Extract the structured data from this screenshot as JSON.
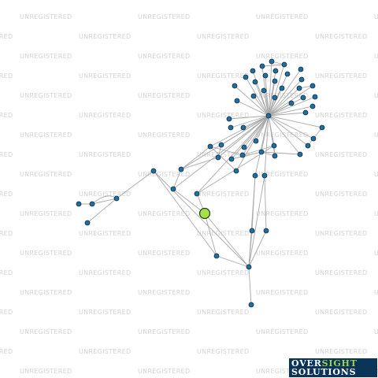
{
  "watermark": {
    "text": "UNREGISTERED"
  },
  "graph": {
    "highlight_node": "n-main",
    "colors": {
      "node": "#1f6fa0",
      "highlight": "#a6e04d",
      "edge": "#a8a8a8"
    },
    "nodes": [
      {
        "id": "n-main"
      },
      {
        "id": "n-hub"
      },
      {
        "id": "n-a1"
      },
      {
        "id": "n-a2"
      },
      {
        "id": "n-a3"
      },
      {
        "id": "n-a4"
      },
      {
        "id": "n-a5"
      },
      {
        "id": "n-a6"
      },
      {
        "id": "n-a7"
      },
      {
        "id": "n-a8"
      },
      {
        "id": "n-a9"
      },
      {
        "id": "n-a10"
      },
      {
        "id": "n-a11"
      },
      {
        "id": "n-a12"
      },
      {
        "id": "n-a13"
      },
      {
        "id": "n-a14"
      },
      {
        "id": "n-a15"
      },
      {
        "id": "n-a16"
      },
      {
        "id": "n-a17"
      },
      {
        "id": "n-a18"
      },
      {
        "id": "n-a19"
      },
      {
        "id": "n-a20"
      },
      {
        "id": "n-a21"
      },
      {
        "id": "n-a22"
      },
      {
        "id": "n-b1"
      },
      {
        "id": "n-b2"
      },
      {
        "id": "n-b3"
      },
      {
        "id": "n-b4"
      },
      {
        "id": "n-b5"
      },
      {
        "id": "n-b6"
      },
      {
        "id": "n-b7"
      },
      {
        "id": "n-b8"
      },
      {
        "id": "n-b9"
      },
      {
        "id": "n-b10"
      },
      {
        "id": "n-b11"
      },
      {
        "id": "n-b12"
      },
      {
        "id": "n-b13"
      },
      {
        "id": "n-b14"
      },
      {
        "id": "n-b15"
      },
      {
        "id": "n-b16"
      },
      {
        "id": "n-b17"
      },
      {
        "id": "n-b18"
      },
      {
        "id": "n-c1"
      },
      {
        "id": "n-c2"
      },
      {
        "id": "n-c3"
      },
      {
        "id": "n-c4"
      },
      {
        "id": "n-c5"
      },
      {
        "id": "n-c6"
      },
      {
        "id": "n-c7"
      },
      {
        "id": "n-c8"
      },
      {
        "id": "n-d1"
      },
      {
        "id": "n-d2"
      },
      {
        "id": "n-d3"
      },
      {
        "id": "n-d4"
      },
      {
        "id": "n-d5"
      },
      {
        "id": "n-d6"
      },
      {
        "id": "n-d7"
      }
    ],
    "edges": [
      [
        "n-hub",
        "n-a1"
      ],
      [
        "n-hub",
        "n-a2"
      ],
      [
        "n-hub",
        "n-a3"
      ],
      [
        "n-hub",
        "n-a4"
      ],
      [
        "n-hub",
        "n-a5"
      ],
      [
        "n-hub",
        "n-a6"
      ],
      [
        "n-hub",
        "n-a7"
      ],
      [
        "n-hub",
        "n-a8"
      ],
      [
        "n-hub",
        "n-a9"
      ],
      [
        "n-hub",
        "n-a10"
      ],
      [
        "n-hub",
        "n-a11"
      ],
      [
        "n-hub",
        "n-a12"
      ],
      [
        "n-hub",
        "n-a13"
      ],
      [
        "n-hub",
        "n-a14"
      ],
      [
        "n-hub",
        "n-a15"
      ],
      [
        "n-hub",
        "n-a16"
      ],
      [
        "n-hub",
        "n-a17"
      ],
      [
        "n-hub",
        "n-a18"
      ],
      [
        "n-hub",
        "n-a19"
      ],
      [
        "n-hub",
        "n-a20"
      ],
      [
        "n-hub",
        "n-a21"
      ],
      [
        "n-hub",
        "n-a22"
      ],
      [
        "n-hub",
        "n-b1"
      ],
      [
        "n-hub",
        "n-b2"
      ],
      [
        "n-hub",
        "n-b3"
      ],
      [
        "n-hub",
        "n-b4"
      ],
      [
        "n-hub",
        "n-b5"
      ],
      [
        "n-hub",
        "n-b6"
      ],
      [
        "n-hub",
        "n-b7"
      ],
      [
        "n-hub",
        "n-b8"
      ],
      [
        "n-hub",
        "n-b9"
      ],
      [
        "n-hub",
        "n-b10"
      ],
      [
        "n-hub",
        "n-b11"
      ],
      [
        "n-hub",
        "n-b12"
      ],
      [
        "n-hub",
        "n-b13"
      ],
      [
        "n-hub",
        "n-b14"
      ],
      [
        "n-hub",
        "n-b15"
      ],
      [
        "n-hub",
        "n-b16"
      ],
      [
        "n-hub",
        "n-b17"
      ],
      [
        "n-hub",
        "n-b18"
      ],
      [
        "n-hub",
        "n-c1"
      ],
      [
        "n-hub",
        "n-c2"
      ],
      [
        "n-hub",
        "n-c3"
      ],
      [
        "n-hub",
        "n-c4"
      ],
      [
        "n-hub",
        "n-c5"
      ],
      [
        "n-hub",
        "n-c6"
      ],
      [
        "n-hub",
        "n-c7"
      ],
      [
        "n-hub",
        "n-c8"
      ],
      [
        "n-a1",
        "n-a2"
      ],
      [
        "n-a2",
        "n-a3"
      ],
      [
        "n-a14",
        "n-a15"
      ],
      [
        "n-b14",
        "n-b7"
      ],
      [
        "n-b14",
        "n-b8"
      ],
      [
        "n-b8",
        "n-c7"
      ],
      [
        "n-b7",
        "n-c8"
      ],
      [
        "n-c4",
        "n-b8"
      ],
      [
        "n-c5",
        "n-b7"
      ],
      [
        "n-b4",
        "n-b5"
      ],
      [
        "n-b5",
        "n-b6"
      ],
      [
        "n-b15",
        "n-d5"
      ],
      [
        "n-b16",
        "n-d5"
      ],
      [
        "n-d5",
        "n-d6"
      ],
      [
        "n-d5",
        "n-d7"
      ],
      [
        "n-d6",
        "n-d7"
      ],
      [
        "n-d5",
        "n-main"
      ],
      [
        "n-d7",
        "n-main"
      ],
      [
        "n-c8",
        "n-main"
      ],
      [
        "n-d6",
        "n-d1"
      ],
      [
        "n-d1",
        "n-d2"
      ],
      [
        "n-d1",
        "n-d3"
      ],
      [
        "n-d2",
        "n-d4"
      ],
      [
        "n-b17",
        "n-c1"
      ],
      [
        "n-b18",
        "n-c2"
      ],
      [
        "n-c1",
        "n-c3"
      ],
      [
        "n-c2",
        "n-c3"
      ],
      [
        "n-c3",
        "n-c6"
      ],
      [
        "n-c6",
        "n-main"
      ],
      [
        "n-c1",
        "n-c5"
      ]
    ]
  },
  "logo": {
    "line1_part1": "OVER",
    "line1_part2": "SIGHT",
    "line2": "SOLUTIONS"
  }
}
